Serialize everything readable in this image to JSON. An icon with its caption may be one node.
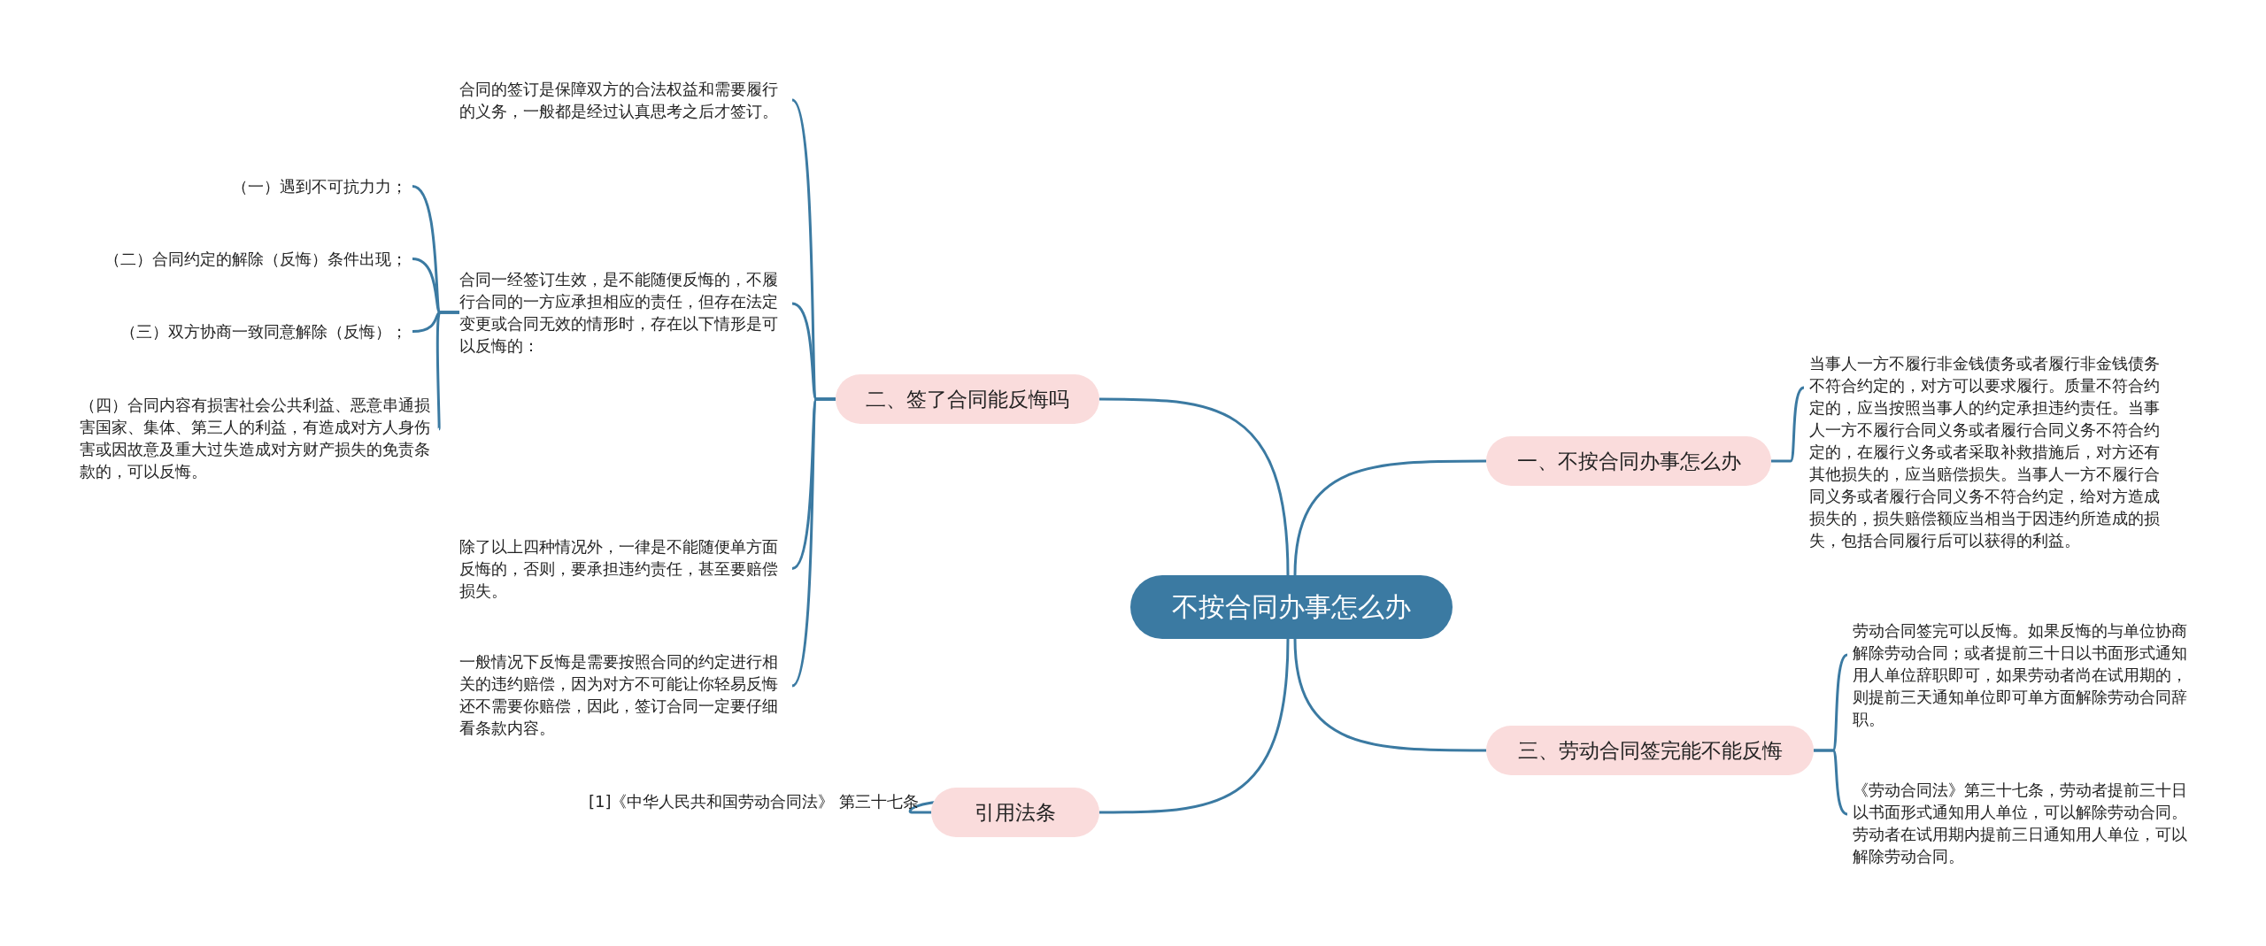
{
  "diagram": {
    "nodes": [
      {
        "text": [
          "不按合同办事怎么办"
        ]
      },
      {
        "text": [
          "一、不按合同办事怎么办"
        ]
      },
      {
        "text": [
          "当事人一方不履行非金钱债务或者履行非金钱债务不符合约定的，对方可以要求履行。质量不符合约定的，应当按照当事人的约定承担违约责任。当事人一方不履行合同义务或者履行合同义务不符合约定的，在履行义务或者采取补救措施后，对方还有其他损失的，应当赔偿损失。当事人一方不履行合同义务或者履行合同义务不符合约定，给对方造成损失的，损失赔偿额应当相当于因违约所造成的损失，包括合同履行后可以获得的利益。"
        ]
      },
      {
        "text": [
          "三、劳动合同签完能不能反悔"
        ]
      },
      {
        "text": [
          "劳动合同签完可以反悔。如果反悔的与单位协商解除劳动合同；或者提前三十日以书面形式通知用人单位辞职即可，如果劳动者尚在试用期的，则提前三天通知单位即可单方面解除劳动合同辞职。"
        ]
      },
      {
        "text": [
          "《劳动合同法》第三十七条，劳动者提前三十日以书面形式通知用人单位，可以解除劳动合同。劳动者在试用期内提前三日通知用人单位，可以解除劳动合同。"
        ]
      },
      {
        "text": [
          "二、签了合同能反悔吗"
        ]
      },
      {
        "text": [
          "合同的签订是保障双方的合法权益和需要履行的义务，一般都是经过认真思考之后才签订。"
        ]
      },
      {
        "text": [
          "合同一经签订生效，是不能随便反悔的，不履行合同的一方应承担相应的责任，但存在法定变更或合同无效的情形时，存在以下情形是可以反悔的："
        ]
      },
      {
        "text": [
          "（一）遇到不可抗力力；"
        ]
      },
      {
        "text": [
          "（二）合同约定的解除（反悔）条件出现；"
        ]
      },
      {
        "text": [
          "（三）双方协商一致同意解除（反悔）；"
        ]
      },
      {
        "text": [
          "（四）合同内容有损害社会公共利益、恶意串通损害国家、集体、第三人的利益，有造成对方人身伤害或因故意及重大过失造成对方财产损失的免责条款的，可以反悔。"
        ]
      },
      {
        "text": [
          "除了以上四种情况外，一律是不能随便单方面反悔的，否则，要承担违约责任，甚至要赔偿损失。"
        ]
      },
      {
        "text": [
          "一般情况下反悔是需要按照合同的约定进行相关的违约赔偿，因为对方不可能让你轻易反悔还不需要你赔偿，因此，签订合同一定要仔细看条款内容。"
        ]
      },
      {
        "text": [
          "引用法条"
        ]
      },
      {
        "text": [
          "[1]《中华人民共和国劳动合同法》 第三十七条"
        ]
      }
    ],
    "edges": [
      {
        "from": 0,
        "to": 1,
        "arrow": "none"
      },
      {
        "from": 1,
        "to": 2,
        "arrow": "none"
      },
      {
        "from": 0,
        "to": 3,
        "arrow": "none"
      },
      {
        "from": 3,
        "to": 4,
        "arrow": "none"
      },
      {
        "from": 3,
        "to": 5,
        "arrow": "none"
      },
      {
        "from": 0,
        "to": 6,
        "arrow": "none"
      },
      {
        "from": 6,
        "to": 7,
        "arrow": "none"
      },
      {
        "from": 6,
        "to": 8,
        "arrow": "none"
      },
      {
        "from": 8,
        "to": 9,
        "arrow": "none"
      },
      {
        "from": 8,
        "to": 10,
        "arrow": "none"
      },
      {
        "from": 8,
        "to": 11,
        "arrow": "none"
      },
      {
        "from": 8,
        "to": 12,
        "arrow": "none"
      },
      {
        "from": 6,
        "to": 13,
        "arrow": "none"
      },
      {
        "from": 6,
        "to": 14,
        "arrow": "none"
      },
      {
        "from": 0,
        "to": 15,
        "arrow": "none"
      },
      {
        "from": 15,
        "to": 16,
        "arrow": "none"
      }
    ]
  }
}
